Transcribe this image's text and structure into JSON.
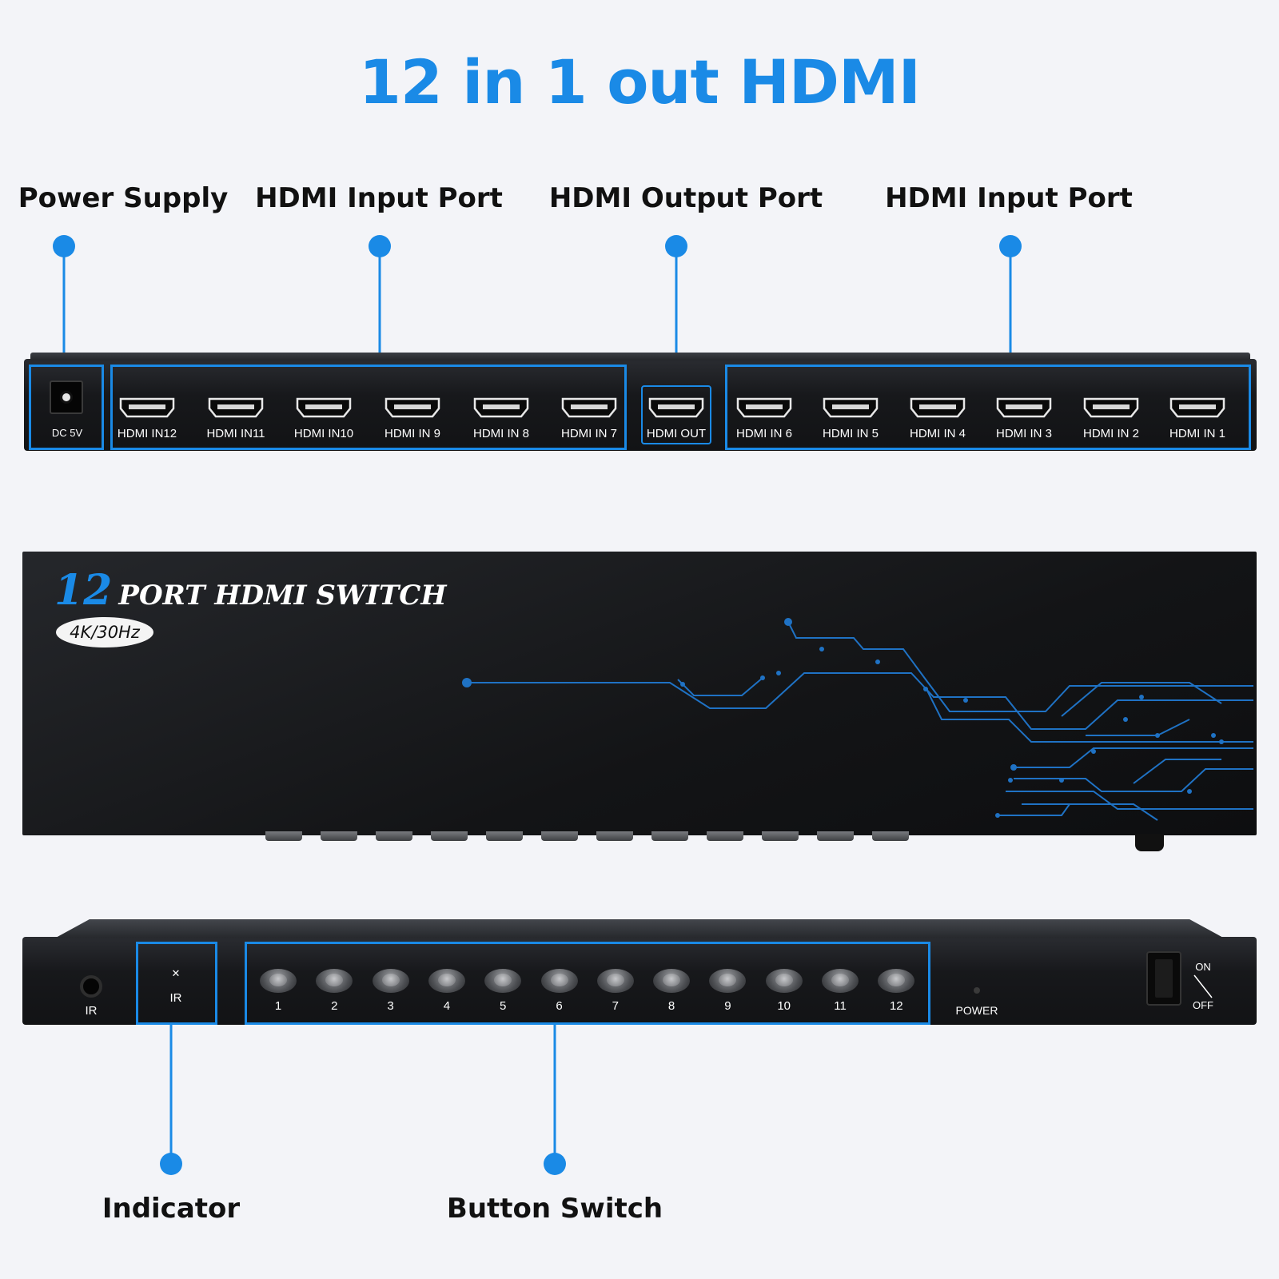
{
  "title": "12 in 1 out HDMI",
  "callouts": {
    "power_supply": "Power Supply",
    "hdmi_input_left": "HDMI Input Port",
    "hdmi_output": "HDMI Output Port",
    "hdmi_input_right": "HDMI Input Port",
    "indicator": "Indicator",
    "button_switch": "Button Switch"
  },
  "back_panel": {
    "dc_label": "DC 5V",
    "ports_left": [
      "HDMI IN12",
      "HDMI IN11",
      "HDMI IN10",
      "HDMI IN 9",
      "HDMI IN 8",
      "HDMI IN 7"
    ],
    "output": "HDMI OUT",
    "ports_right": [
      "HDMI IN 6",
      "HDMI IN 5",
      "HDMI IN 4",
      "HDMI IN 3",
      "HDMI IN 2",
      "HDMI IN 1"
    ]
  },
  "top_panel": {
    "brand_number": "12",
    "brand_text": "PORT HDMI  SWITCH",
    "badge": "4K/30Hz"
  },
  "front_panel": {
    "ir_label": "IR",
    "ir_indicator_label": "IR",
    "buttons": [
      "1",
      "2",
      "3",
      "4",
      "5",
      "6",
      "7",
      "8",
      "9",
      "10",
      "11",
      "12"
    ],
    "power_label": "POWER",
    "on_label": "ON",
    "off_label": "OFF"
  },
  "colors": {
    "accent": "#1a8ae6",
    "device": "#17181b",
    "background": "#f3f4f8"
  }
}
